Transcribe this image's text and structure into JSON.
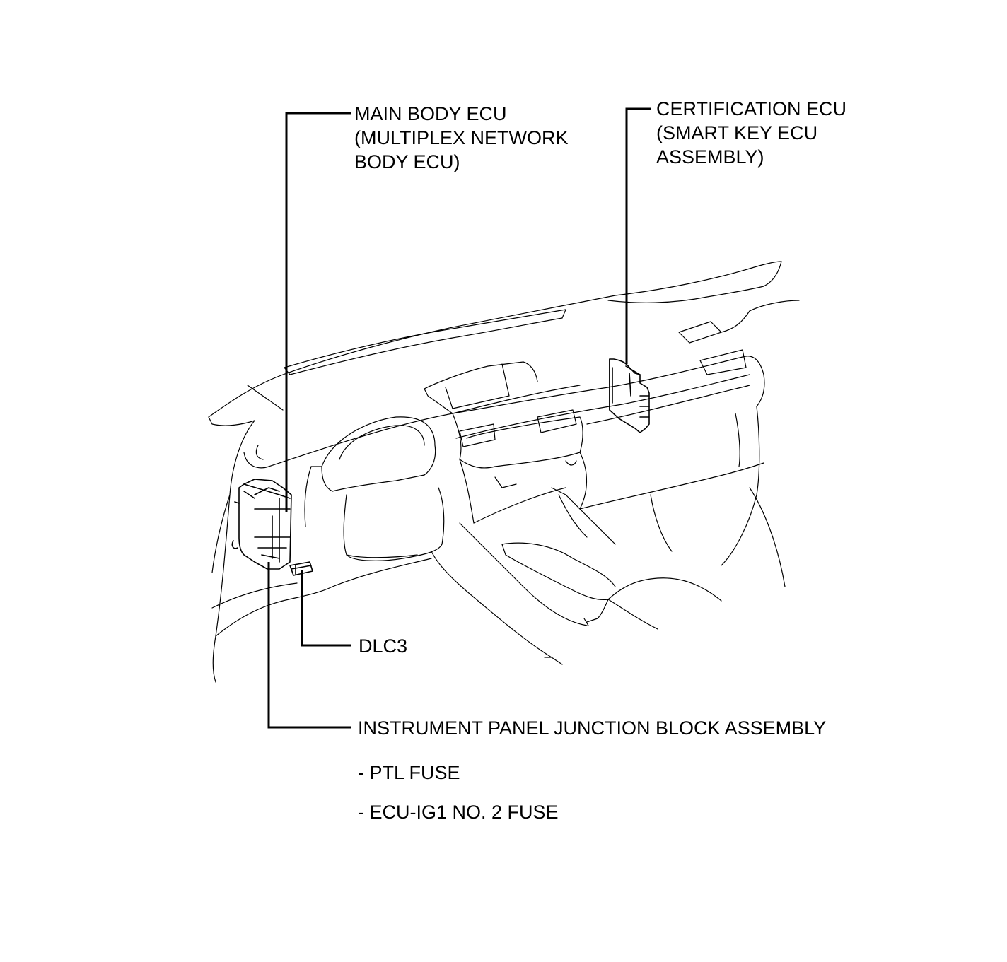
{
  "callouts": {
    "main_body_ecu": [
      "MAIN BODY ECU",
      "(MULTIPLEX NETWORK",
      "BODY ECU)"
    ],
    "certification_ecu": [
      "CERTIFICATION ECU",
      "(SMART KEY ECU",
      "ASSEMBLY)"
    ],
    "dlc3": "DLC3",
    "junction_block": "INSTRUMENT PANEL JUNCTION BLOCK ASSEMBLY",
    "fuses": [
      "- PTL FUSE",
      "- ECU-IG1 NO. 2 FUSE"
    ]
  }
}
